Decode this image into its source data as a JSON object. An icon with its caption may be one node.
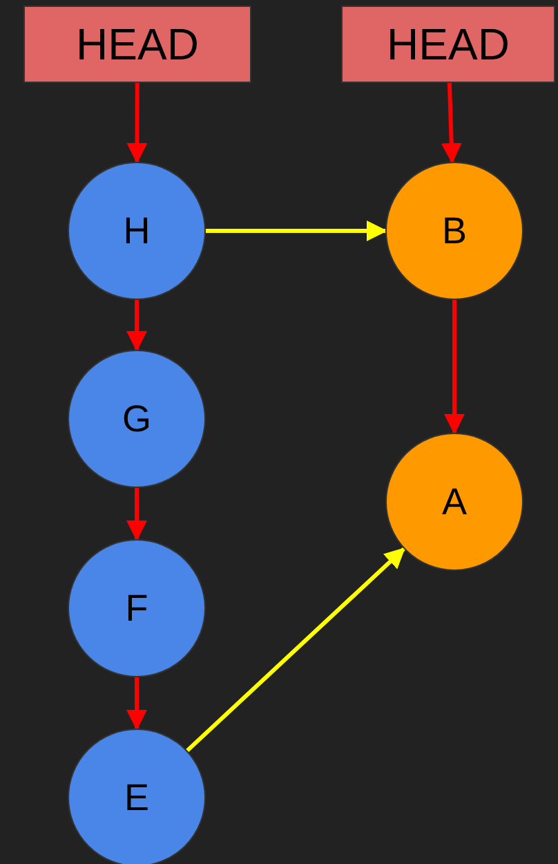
{
  "diagram": {
    "nodes": [
      {
        "text": [
          "HEAD"
        ]
      },
      {
        "text": [
          "HEAD"
        ]
      },
      {
        "text": [
          "H"
        ]
      },
      {
        "text": [
          "B"
        ]
      },
      {
        "text": [
          "G"
        ]
      },
      {
        "text": [
          "A"
        ]
      },
      {
        "text": [
          "F"
        ]
      },
      {
        "text": [
          "E"
        ]
      }
    ],
    "edges": [
      {
        "from": 0,
        "to": 2,
        "arrow": "to"
      },
      {
        "from": 1,
        "to": 3,
        "arrow": "to"
      },
      {
        "from": 2,
        "to": 3,
        "arrow": "to",
        "color": "#ffff00"
      },
      {
        "from": 2,
        "to": 4,
        "arrow": "to"
      },
      {
        "from": 3,
        "to": 5,
        "arrow": "to"
      },
      {
        "from": 4,
        "to": 6,
        "arrow": "to"
      },
      {
        "from": 6,
        "to": 7,
        "arrow": "to"
      },
      {
        "from": 7,
        "to": 5,
        "arrow": "to",
        "color": "#ffff00"
      }
    ]
  }
}
